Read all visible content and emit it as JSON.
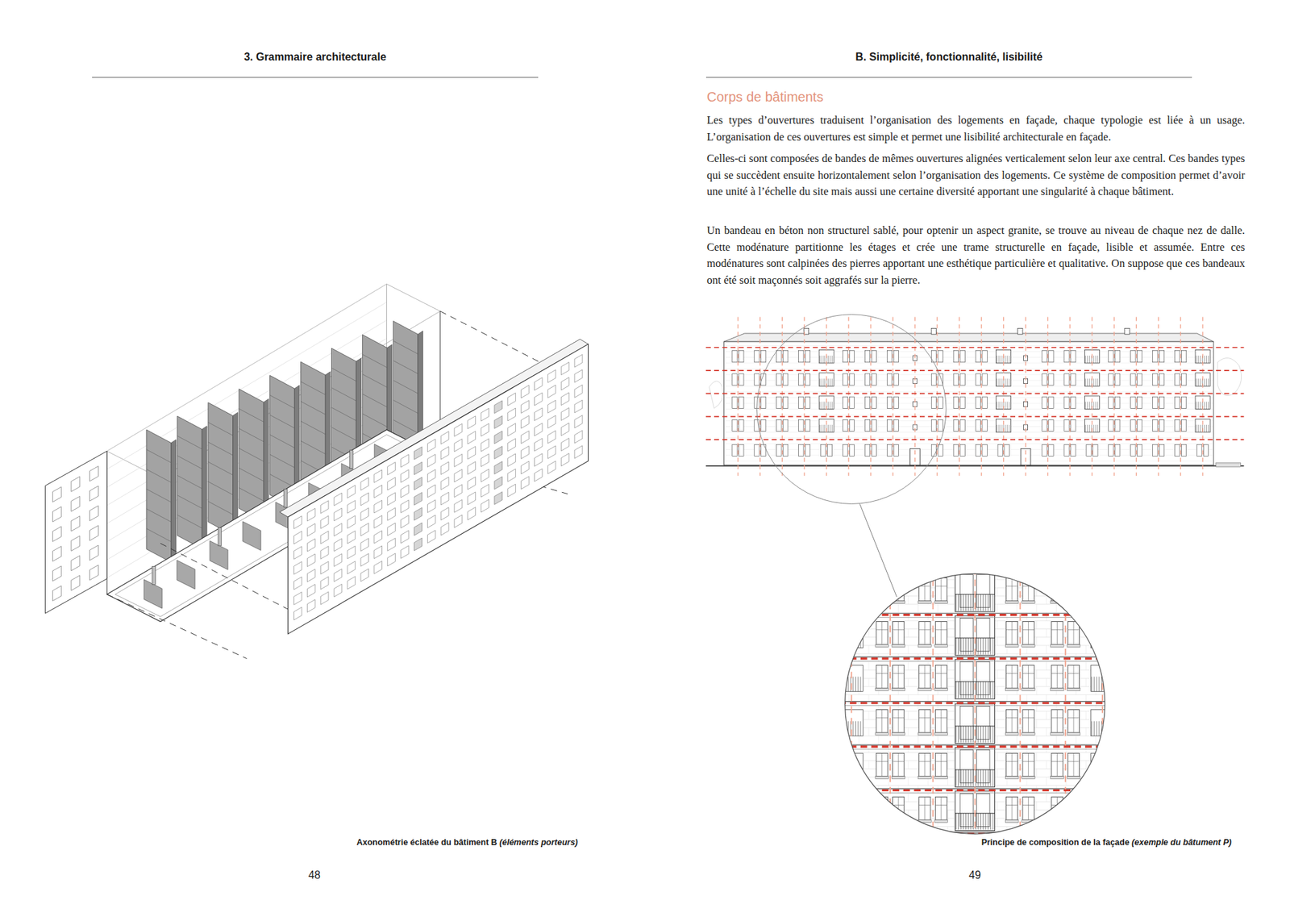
{
  "diagram": {
    "title": "Corps de bâtiments",
    "labels": [
      "3. Grammaire architecturale",
      "B. Simplicité, fonctionnalité, lisibilité",
      "Les types d’ouvertures traduisent l’organisation des logements en façade, chaque typologie est liée à un usage. L’organisation de ces ouvertures est simple et permet une lisibilité architecturale en façade.",
      "Celles-ci sont composées de bandes de mêmes ouvertures alignées verticalement selon leur axe central. Ces bandes types qui se succèdent ensuite horizontalement selon l’organisation des logements. Ce système de composition permet d’avoir une unité à l’échelle du site mais aussi une certaine diversité apportant une singularité à chaque bâtiment.",
      "Un bandeau en béton non structurel sablé, pour optenir un aspect granite, se trouve au niveau de chaque nez de dalle. Cette modénature partitionne les étages et crée une trame structurelle en façade, lisible et assumée. Entre ces modénatures sont calpinées des pierres apportant une esthétique particulière et qualitative. On suppose que ces bandeaux ont été soit maçonnés soit aggrafés sur la pierre.",
      "Axonométrie éclatée du bâtiment B",
      "(éléments porteurs)",
      "Principe de composition de la façade",
      "(exemple du bâtument P)",
      "48",
      "49"
    ]
  }
}
